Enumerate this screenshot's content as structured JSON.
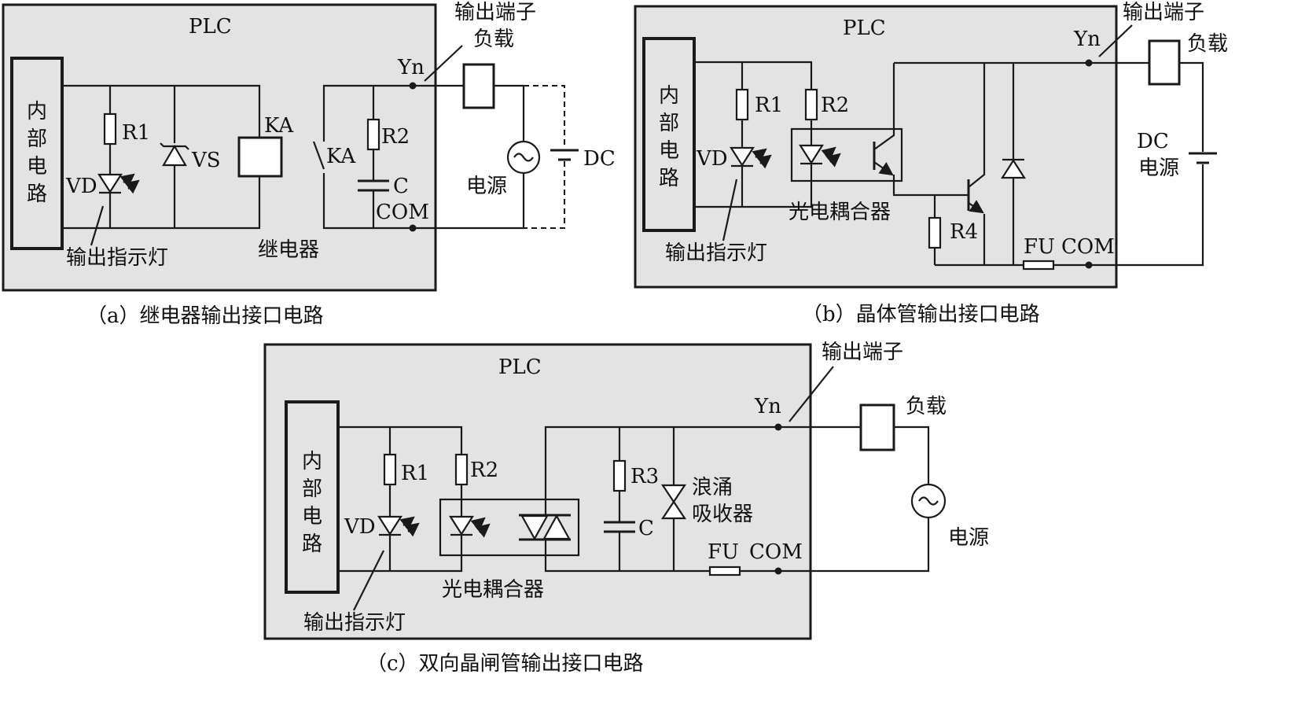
{
  "panel_a": {
    "plc_label": "PLC",
    "internal_circuit": [
      "内",
      "部",
      "电",
      "路"
    ],
    "r1": "R1",
    "vd": "VD",
    "vs": "VS",
    "ka_coil": "KA",
    "ka_contact": "KA",
    "r2": "R2",
    "c": "C",
    "com": "COM",
    "yn": "Yn",
    "output_terminal": "输出端子",
    "load": "负载",
    "dc": "DC",
    "power": "电源",
    "indicator": "输出指示灯",
    "relay": "继电器",
    "caption": "（a）继电器输出接口电路"
  },
  "panel_b": {
    "plc_label": "PLC",
    "internal_circuit": [
      "内",
      "部",
      "电",
      "路"
    ],
    "r1": "R1",
    "r2": "R2",
    "vd": "VD",
    "optocoupler": "光电耦合器",
    "r4": "R4",
    "fu": "FU",
    "com": "COM",
    "yn": "Yn",
    "output_terminal": "输出端子",
    "load": "负载",
    "dc": "DC",
    "power": "电源",
    "indicator": "输出指示灯",
    "caption": "（b）晶体管输出接口电路"
  },
  "panel_c": {
    "plc_label": "PLC",
    "internal_circuit": [
      "内",
      "部",
      "电",
      "路"
    ],
    "r1": "R1",
    "r2": "R2",
    "r3": "R3",
    "vd": "VD",
    "c": "C",
    "surge_1": "浪涌",
    "surge_2": "吸收器",
    "optocoupler": "光电耦合器",
    "fu": "FU",
    "com": "COM",
    "yn": "Yn",
    "output_terminal": "输出端子",
    "load": "负载",
    "power": "电源",
    "indicator": "输出指示灯",
    "caption": "（c）双向晶闸管输出接口电路"
  }
}
